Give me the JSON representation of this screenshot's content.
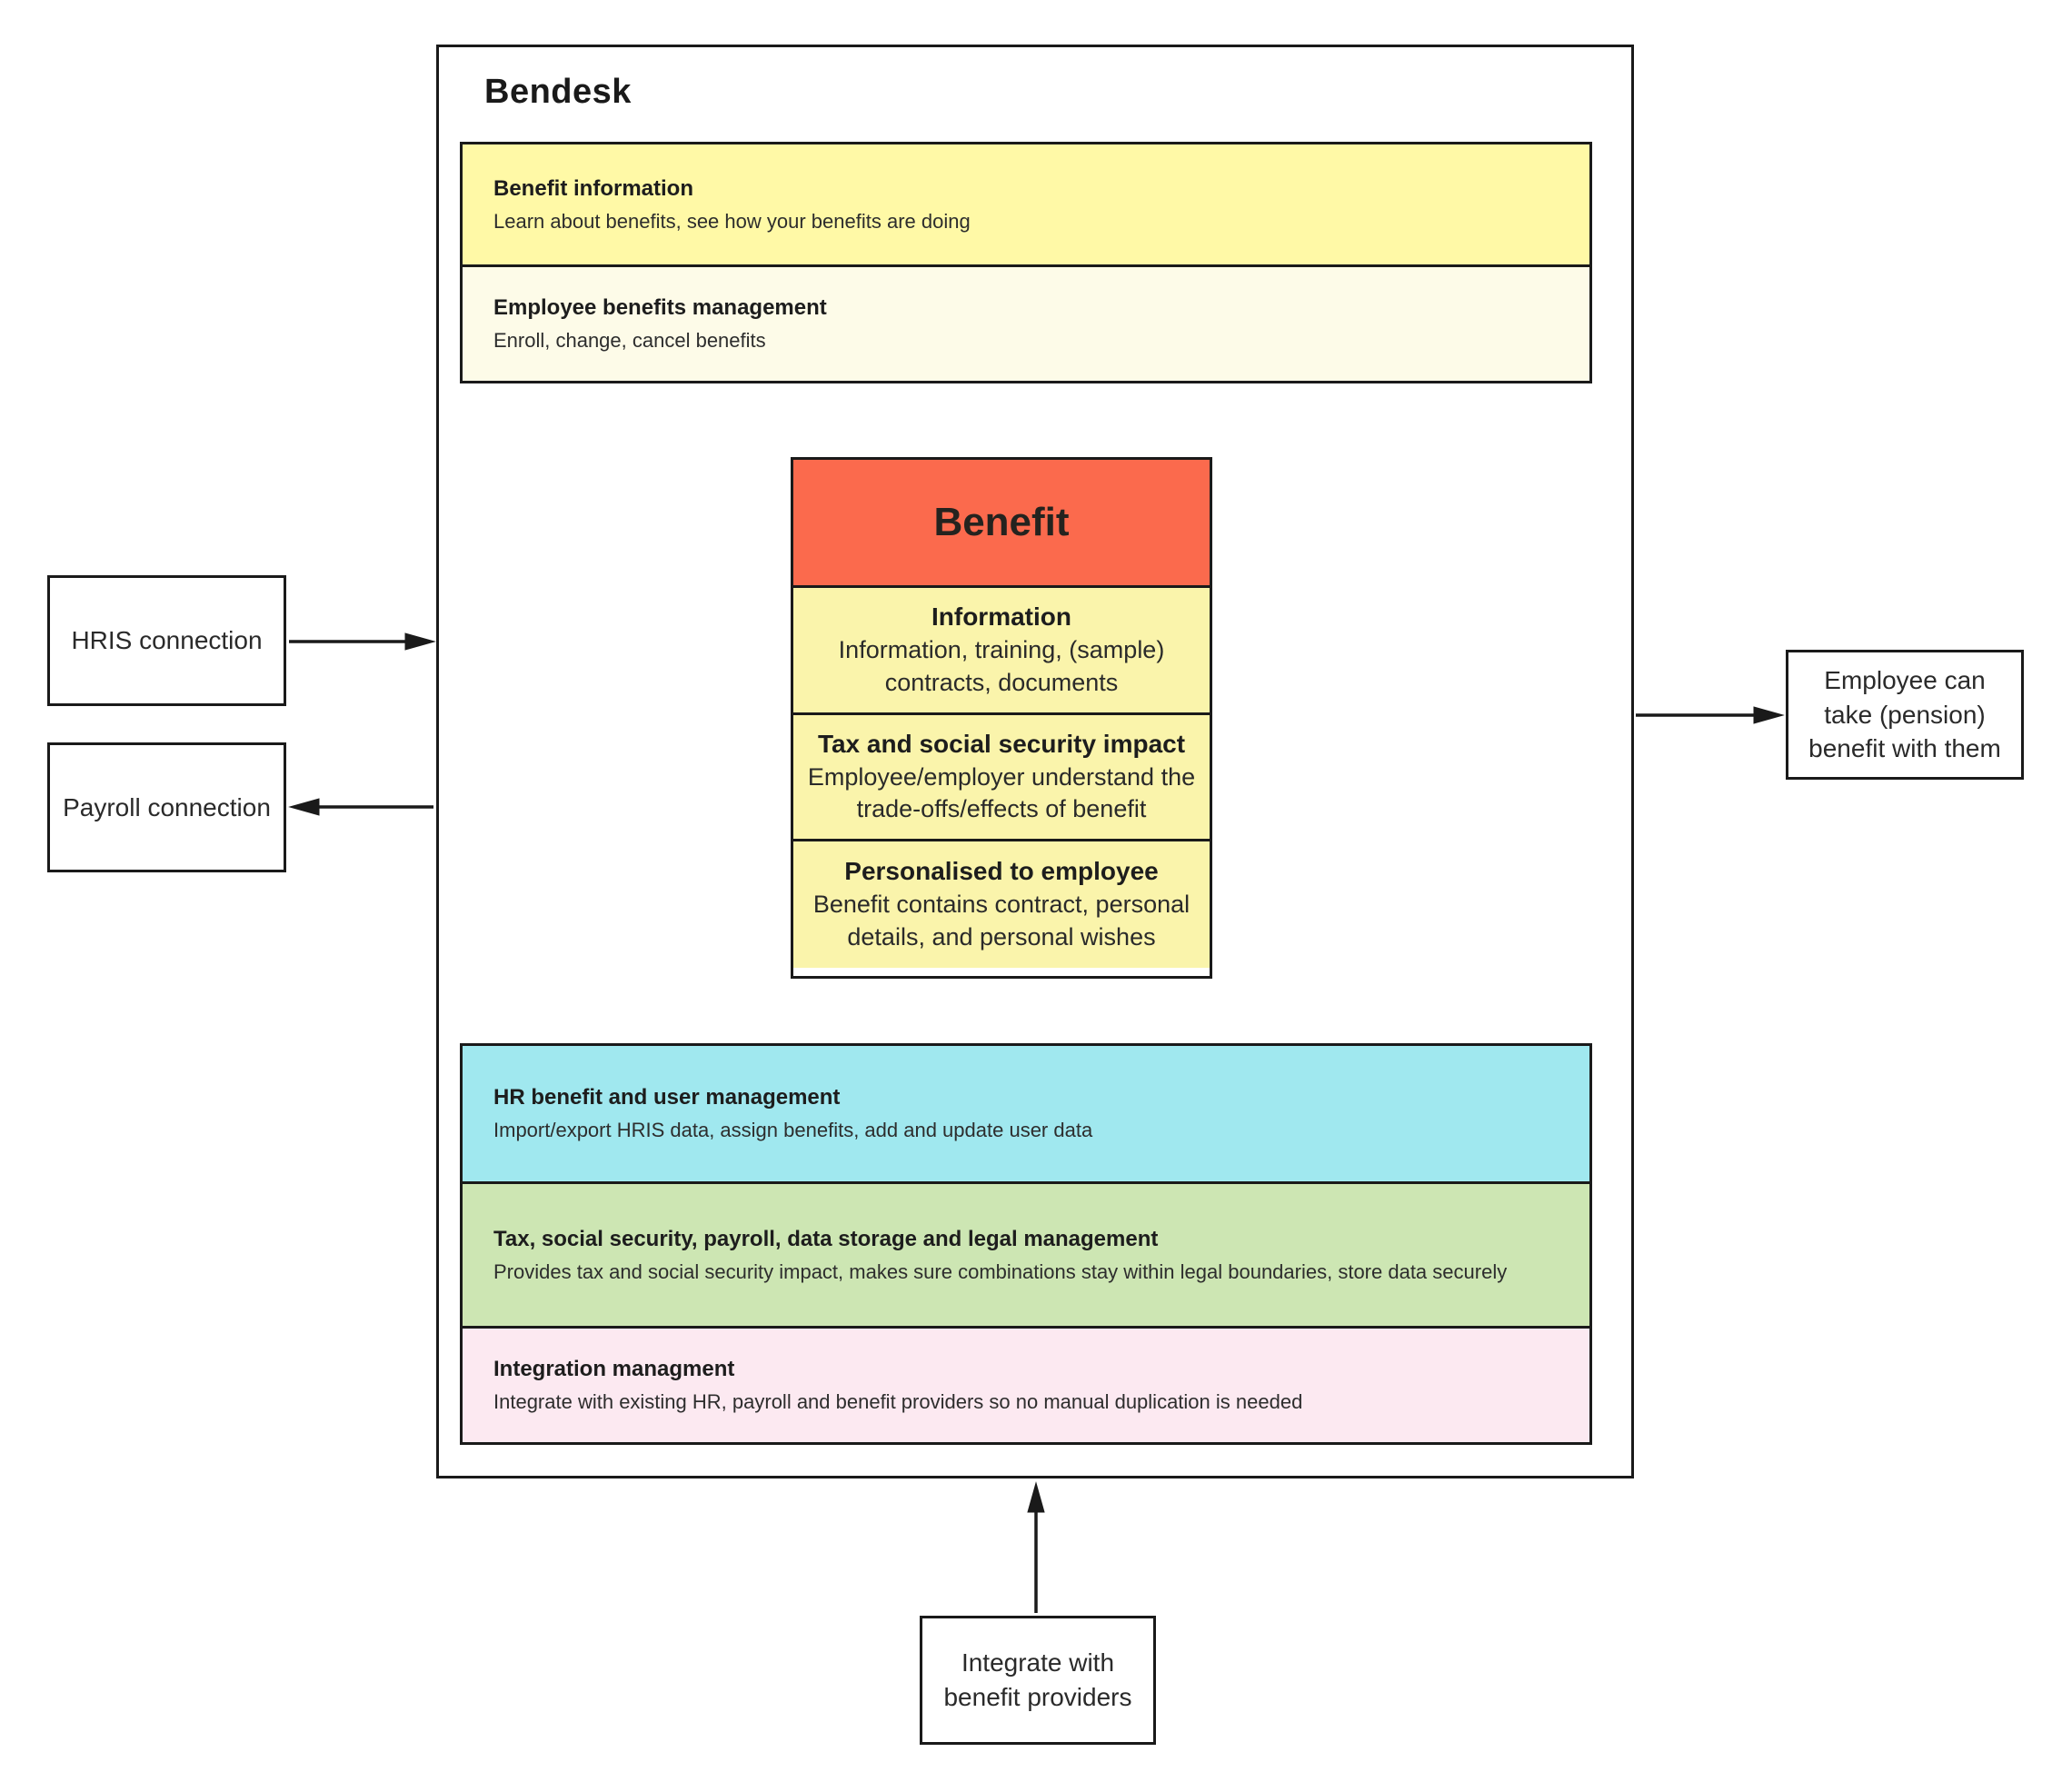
{
  "bendesk": {
    "title": "Bendesk",
    "employee_boxes": [
      {
        "title": "Benefit information",
        "description": "Learn about benefits, see how your benefits are doing"
      },
      {
        "title": "Employee benefits management",
        "description": "Enroll, change, cancel benefits"
      }
    ],
    "benefit_card": {
      "title": "Benefit",
      "sections": [
        {
          "title": "Information",
          "description": "Information, training, (sample) contracts, documents"
        },
        {
          "title": "Tax and social security impact",
          "description": "Employee/employer understand the trade-offs/effects of benefit"
        },
        {
          "title": "Personalised to employee",
          "description": "Benefit contains contract, personal details, and personal wishes"
        }
      ]
    },
    "management_boxes": [
      {
        "title": "HR benefit and user management",
        "description": "Import/export HRIS data, assign benefits, add and update user data"
      },
      {
        "title": "Tax, social security, payroll, data storage and legal management",
        "description": "Provides tax and social security impact, makes sure combinations stay within legal boundaries, store data securely"
      },
      {
        "title": "Integration managment",
        "description": "Integrate with existing HR, payroll and benefit providers so no manual duplication is needed"
      }
    ]
  },
  "external": {
    "hris": {
      "label": "HRIS connection"
    },
    "payroll": {
      "label": "Payroll connection"
    },
    "takeaway": {
      "label": "Employee can take (pension) benefit with them"
    },
    "providers": {
      "label": "Integrate with benefit providers"
    }
  },
  "arrows": [
    {
      "name": "hris-to-bendesk",
      "direction": "right"
    },
    {
      "name": "bendesk-to-payroll",
      "direction": "left"
    },
    {
      "name": "bendesk-to-takeaway",
      "direction": "right"
    },
    {
      "name": "providers-to-bendesk",
      "direction": "up"
    }
  ],
  "colors": {
    "benefit_header": "#fb6a4d",
    "benefit_section": "#faf4ab",
    "benefit_information_row": "#fff9a6",
    "employee_benefits_row": "#fdfbe8",
    "hr_management_row": "#a0e8ef",
    "legal_management_row": "#cde6b3",
    "integration_management_row": "#fce9f1",
    "border": "#1a1a1a",
    "background": "#ffffff"
  }
}
